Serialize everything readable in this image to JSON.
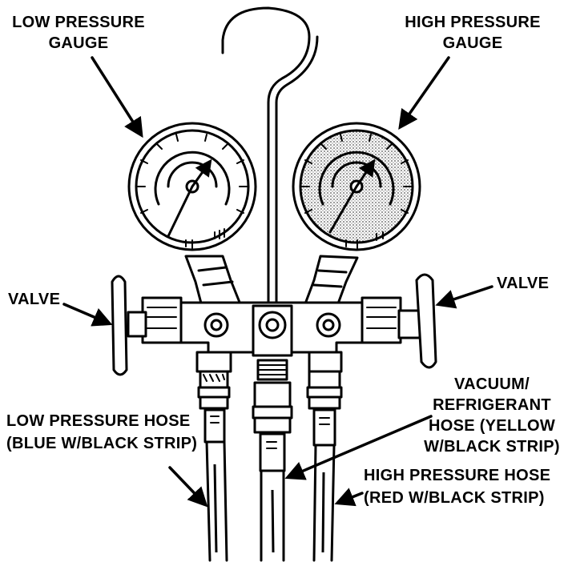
{
  "labels": {
    "low_gauge": [
      "LOW PRESSURE",
      "GAUGE"
    ],
    "high_gauge": [
      "HIGH PRESSURE",
      "GAUGE"
    ],
    "valve_left": "VALVE",
    "valve_right": "VALVE",
    "vacuum_hose": [
      "VACUUM/",
      "REFRIGERANT",
      "HOSE (YELLOW",
      "W/BLACK STRIP)"
    ],
    "low_hose": [
      "LOW PRESSURE HOSE",
      "(BLUE W/BLACK STRIP)"
    ],
    "high_hose": [
      "HIGH PRESSURE HOSE",
      "(RED W/BLACK STRIP)"
    ]
  },
  "colors": {
    "ink": "#000000",
    "paper": "#ffffff",
    "shading": "#cfcfcf"
  }
}
